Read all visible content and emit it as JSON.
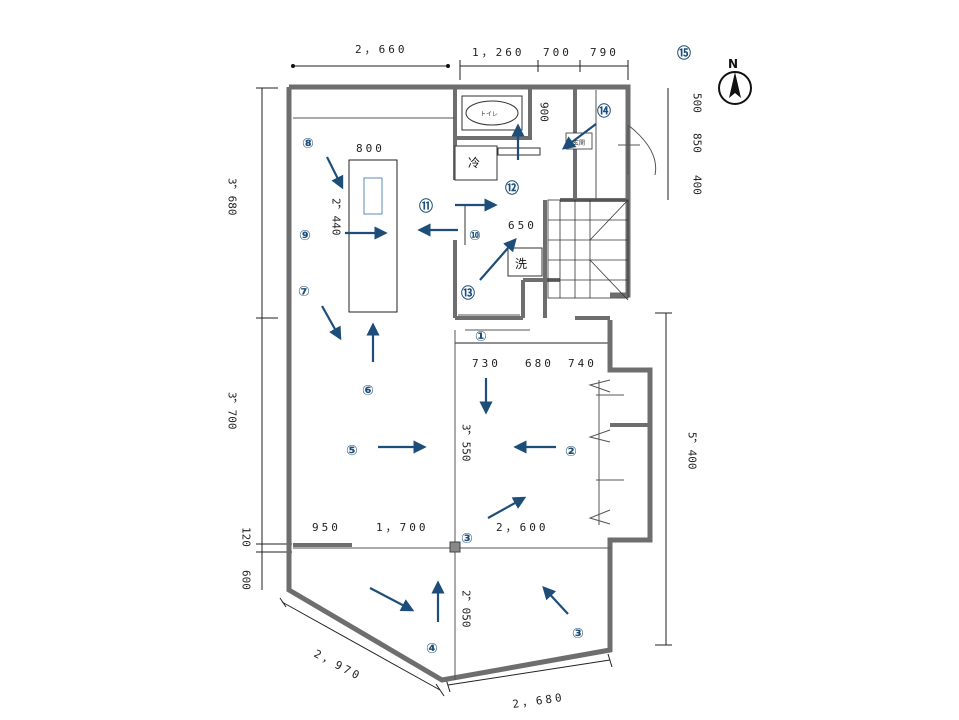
{
  "dimensions": {
    "top_left": "2，660",
    "top_right_1": "1，260",
    "top_right_2": "700",
    "top_right_3": "790",
    "left_upper": "3，680",
    "left_lower": "3，700",
    "left_120": "120",
    "left_600": "600",
    "right_500": "500",
    "right_850": "850",
    "right_400": "400",
    "right_5400": "5，400",
    "island_width": "800",
    "island_length": "2，440",
    "door_650": "650",
    "door_900": "900",
    "dim_730": "730",
    "dim_680": "680",
    "dim_740": "740",
    "dim_3550": "3，550",
    "dim_950": "950",
    "dim_1700": "1，700",
    "dim_2600": "2，600",
    "dim_2050": "2，050",
    "dim_2970": "2，970",
    "dim_2680": "2，680"
  },
  "labels": {
    "fridge": "冷",
    "washer": "洗",
    "toilet": "トイレ",
    "entrance": "玄関",
    "north": "N"
  },
  "markers": {
    "m1": "①",
    "m2": "②",
    "m3a": "③",
    "m3b": "③",
    "m4": "④",
    "m5": "⑤",
    "m6": "⑥",
    "m7": "⑦",
    "m8": "⑧",
    "m9": "⑨",
    "m10": "⑩",
    "m11": "⑪",
    "m12": "⑫",
    "m13": "⑬",
    "m14": "⑭",
    "m15": "⑮"
  },
  "colors": {
    "wall": "#6e6e6e",
    "arrow": "#1d4e7a",
    "marker": "#1d4e7a",
    "line": "#222222"
  }
}
